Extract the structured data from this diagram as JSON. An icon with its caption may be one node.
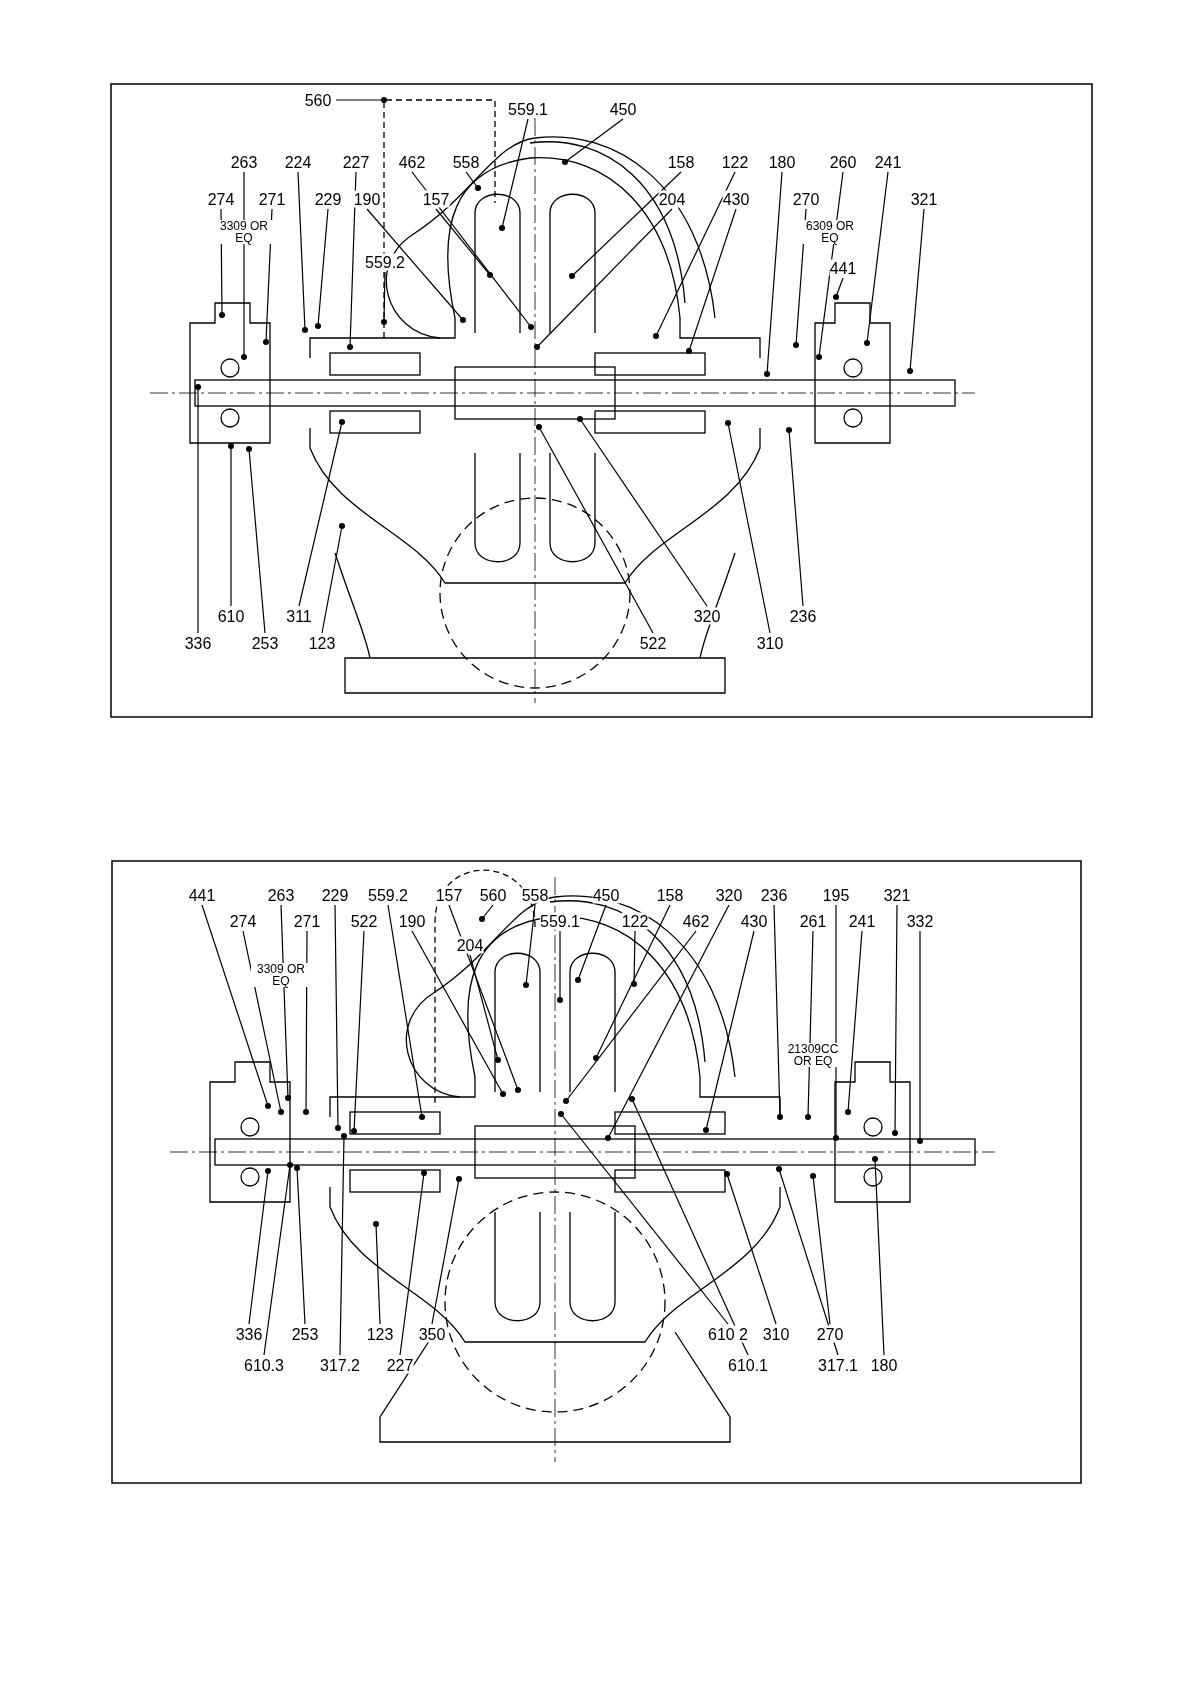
{
  "diagram": {
    "nodes": [
      {
        "text": [
          "559.1"
        ]
      },
      {
        "text": [
          "450"
        ]
      },
      {
        "text": [
          "560"
        ]
      },
      {
        "text": [
          "263"
        ]
      },
      {
        "text": [
          "224"
        ]
      },
      {
        "text": [
          "227"
        ]
      },
      {
        "text": [
          "462"
        ]
      },
      {
        "text": [
          "558"
        ]
      },
      {
        "text": [
          "158"
        ]
      },
      {
        "text": [
          "122"
        ]
      },
      {
        "text": [
          "180"
        ]
      },
      {
        "text": [
          "260"
        ]
      },
      {
        "text": [
          "241"
        ]
      },
      {
        "text": [
          "274"
        ]
      },
      {
        "text": [
          "271"
        ]
      },
      {
        "text": [
          "229"
        ]
      },
      {
        "text": [
          "190"
        ]
      },
      {
        "text": [
          "157"
        ]
      },
      {
        "text": [
          "204"
        ]
      },
      {
        "text": [
          "430"
        ]
      },
      {
        "text": [
          "270"
        ]
      },
      {
        "text": [
          "321"
        ]
      },
      {
        "text": [
          "441"
        ]
      },
      {
        "text": [
          "559.2"
        ]
      },
      {
        "text": [
          "610"
        ]
      },
      {
        "text": [
          "311"
        ]
      },
      {
        "text": [
          "320"
        ]
      },
      {
        "text": [
          "236"
        ]
      },
      {
        "text": [
          "336"
        ]
      },
      {
        "text": [
          "253"
        ]
      },
      {
        "text": [
          "123"
        ]
      },
      {
        "text": [
          "522"
        ]
      },
      {
        "text": [
          "310"
        ]
      },
      {
        "text": [
          "441"
        ]
      },
      {
        "text": [
          "263"
        ]
      },
      {
        "text": [
          "229"
        ]
      },
      {
        "text": [
          "559.2"
        ]
      },
      {
        "text": [
          "157"
        ]
      },
      {
        "text": [
          "560"
        ]
      },
      {
        "text": [
          "558"
        ]
      },
      {
        "text": [
          "450"
        ]
      },
      {
        "text": [
          "158"
        ]
      },
      {
        "text": [
          "320"
        ]
      },
      {
        "text": [
          "236"
        ]
      },
      {
        "text": [
          "195"
        ]
      },
      {
        "text": [
          "321"
        ]
      },
      {
        "text": [
          "274"
        ]
      },
      {
        "text": [
          "271"
        ]
      },
      {
        "text": [
          "522"
        ]
      },
      {
        "text": [
          "190"
        ]
      },
      {
        "text": [
          "559.1"
        ]
      },
      {
        "text": [
          "122"
        ]
      },
      {
        "text": [
          "462"
        ]
      },
      {
        "text": [
          "430"
        ]
      },
      {
        "text": [
          "261"
        ]
      },
      {
        "text": [
          "241"
        ]
      },
      {
        "text": [
          "332"
        ]
      },
      {
        "text": [
          "204"
        ]
      },
      {
        "text": [
          "336"
        ]
      },
      {
        "text": [
          "253"
        ]
      },
      {
        "text": [
          "123"
        ]
      },
      {
        "text": [
          "350"
        ]
      },
      {
        "text": [
          "610 2"
        ]
      },
      {
        "text": [
          "310"
        ]
      },
      {
        "text": [
          "270"
        ]
      },
      {
        "text": [
          "610.3"
        ]
      },
      {
        "text": [
          "317.2"
        ]
      },
      {
        "text": [
          "227"
        ]
      },
      {
        "text": [
          "610.1"
        ]
      },
      {
        "text": [
          "317.1"
        ]
      },
      {
        "text": [
          "180"
        ]
      }
    ],
    "edges": [
      {
        "from": 0,
        "to": null,
        "arrow": "other"
      },
      {
        "from": 1,
        "to": null,
        "arrow": "other"
      },
      {
        "from": 2,
        "to": null,
        "arrow": "other"
      },
      {
        "from": 3,
        "to": null,
        "arrow": "other"
      },
      {
        "from": 4,
        "to": null,
        "arrow": "other"
      },
      {
        "from": 5,
        "to": null,
        "arrow": "other"
      },
      {
        "from": 6,
        "to": null,
        "arrow": "other"
      },
      {
        "from": 7,
        "to": null,
        "arrow": "other"
      },
      {
        "from": 8,
        "to": null,
        "arrow": "other"
      },
      {
        "from": 9,
        "to": null,
        "arrow": "other"
      },
      {
        "from": 10,
        "to": null,
        "arrow": "other"
      },
      {
        "from": 11,
        "to": null,
        "arrow": "other"
      },
      {
        "from": 12,
        "to": null,
        "arrow": "other"
      },
      {
        "from": 13,
        "to": null,
        "arrow": "other"
      },
      {
        "from": 14,
        "to": null,
        "arrow": "other"
      },
      {
        "from": 15,
        "to": null,
        "arrow": "other"
      },
      {
        "from": 16,
        "to": null,
        "arrow": "other"
      },
      {
        "from": 17,
        "to": null,
        "arrow": "other"
      },
      {
        "from": 18,
        "to": null,
        "arrow": "other"
      },
      {
        "from": 19,
        "to": null,
        "arrow": "other"
      },
      {
        "from": 20,
        "to": null,
        "arrow": "other"
      },
      {
        "from": 21,
        "to": null,
        "arrow": "other"
      },
      {
        "from": 22,
        "to": null,
        "arrow": "other"
      },
      {
        "from": 23,
        "to": null,
        "arrow": "other"
      },
      {
        "from": 24,
        "to": null,
        "arrow": "other"
      },
      {
        "from": 25,
        "to": null,
        "arrow": "other"
      },
      {
        "from": 26,
        "to": null,
        "arrow": "other"
      },
      {
        "from": 27,
        "to": null,
        "arrow": "other"
      },
      {
        "from": 28,
        "to": null,
        "arrow": "other"
      },
      {
        "from": 29,
        "to": null,
        "arrow": "other"
      },
      {
        "from": 30,
        "to": null,
        "arrow": "other"
      },
      {
        "from": 31,
        "to": null,
        "arrow": "other"
      },
      {
        "from": 32,
        "to": null,
        "arrow": "other"
      },
      {
        "from": 33,
        "to": null,
        "arrow": "other"
      },
      {
        "from": 34,
        "to": null,
        "arrow": "other"
      },
      {
        "from": 35,
        "to": null,
        "arrow": "other"
      },
      {
        "from": 36,
        "to": null,
        "arrow": "other"
      },
      {
        "from": 37,
        "to": null,
        "arrow": "other"
      },
      {
        "from": 38,
        "to": null,
        "arrow": "other"
      },
      {
        "from": 39,
        "to": null,
        "arrow": "other"
      },
      {
        "from": 40,
        "to": null,
        "arrow": "other"
      },
      {
        "from": 41,
        "to": null,
        "arrow": "other"
      },
      {
        "from": 42,
        "to": null,
        "arrow": "other"
      },
      {
        "from": 43,
        "to": null,
        "arrow": "other"
      },
      {
        "from": 44,
        "to": null,
        "arrow": "other"
      },
      {
        "from": 45,
        "to": null,
        "arrow": "other"
      },
      {
        "from": 46,
        "to": null,
        "arrow": "other"
      },
      {
        "from": 47,
        "to": null,
        "arrow": "other"
      },
      {
        "from": 48,
        "to": null,
        "arrow": "other"
      },
      {
        "from": 49,
        "to": null,
        "arrow": "other"
      },
      {
        "from": 50,
        "to": null,
        "arrow": "other"
      },
      {
        "from": 51,
        "to": null,
        "arrow": "other"
      },
      {
        "from": 52,
        "to": null,
        "arrow": "other"
      },
      {
        "from": 53,
        "to": null,
        "arrow": "other"
      },
      {
        "from": 54,
        "to": null,
        "arrow": "other"
      },
      {
        "from": 55,
        "to": null,
        "arrow": "other"
      },
      {
        "from": 56,
        "to": null,
        "arrow": "other"
      },
      {
        "from": 57,
        "to": null,
        "arrow": "other"
      },
      {
        "from": 58,
        "to": null,
        "arrow": "other"
      },
      {
        "from": 59,
        "to": null,
        "arrow": "other"
      },
      {
        "from": 60,
        "to": null,
        "arrow": "other"
      },
      {
        "from": 61,
        "to": null,
        "arrow": "other"
      },
      {
        "from": 62,
        "to": null,
        "arrow": "other"
      },
      {
        "from": 63,
        "to": null,
        "arrow": "other"
      },
      {
        "from": 64,
        "to": null,
        "arrow": "other"
      },
      {
        "from": 65,
        "to": null,
        "arrow": "other"
      },
      {
        "from": 66,
        "to": null,
        "arrow": "other"
      },
      {
        "from": 67,
        "to": null,
        "arrow": "other"
      },
      {
        "from": 68,
        "to": null,
        "arrow": "other"
      },
      {
        "from": 69,
        "to": null,
        "arrow": "other"
      },
      {
        "from": 70,
        "to": null,
        "arrow": "other"
      }
    ],
    "labels": [
      "3309 OR EQ",
      "6309 OR EQ",
      "3309 OR EQ",
      "21309CC OR EQ"
    ]
  }
}
